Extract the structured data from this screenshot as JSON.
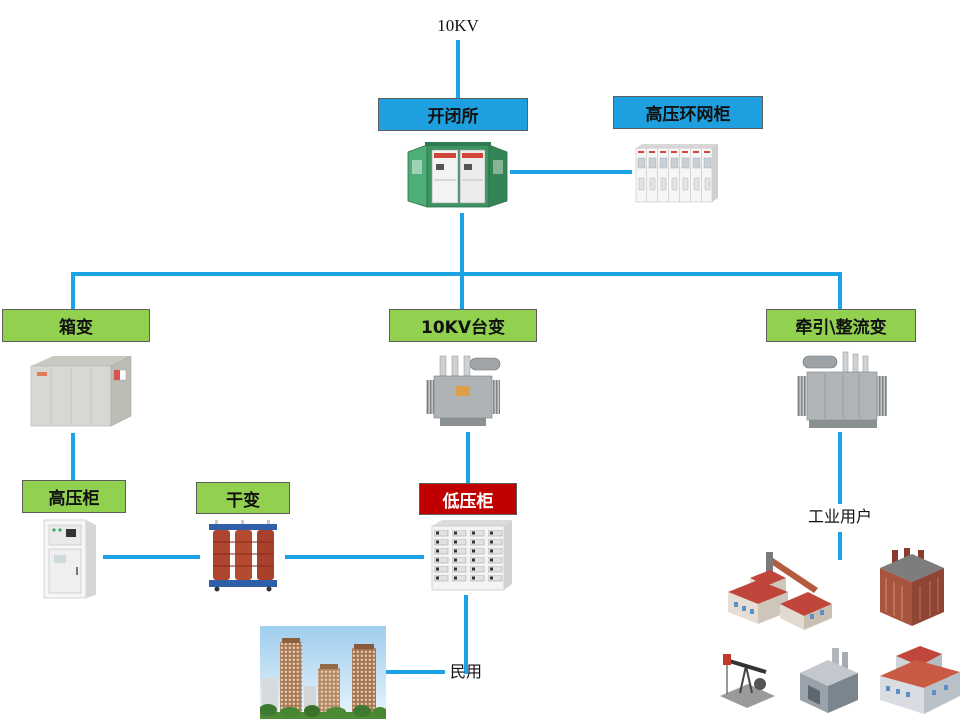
{
  "source": {
    "label": "10KV"
  },
  "colors": {
    "connector": "#1ca3e6",
    "label_blue": "#1ea0e0",
    "label_green": "#92d050",
    "label_red": "#c00000"
  },
  "nodes": {
    "switching_station": {
      "label": "开闭所",
      "icon": "switching-station-cabinet-icon"
    },
    "ring_main_unit": {
      "label": "高压环网柜",
      "icon": "ring-main-unit-icon"
    },
    "box_transformer": {
      "label": "箱变",
      "icon": "box-transformer-icon"
    },
    "pole_transformer": {
      "label": "10KV台变",
      "icon": "oil-transformer-icon"
    },
    "traction_transformer": {
      "label": "牵引\\整流变",
      "icon": "traction-transformer-icon"
    },
    "hv_cabinet": {
      "label": "高压柜",
      "icon": "hv-cabinet-icon"
    },
    "dry_transformer": {
      "label": "干变",
      "icon": "dry-transformer-icon"
    },
    "lv_cabinet": {
      "label": "低压柜",
      "icon": "lv-cabinet-icon"
    }
  },
  "endpoints": {
    "industrial": {
      "label": "工业用户",
      "icon": "factories-icon"
    },
    "residential": {
      "label": "民用",
      "icon": "residential-buildings-icon"
    }
  }
}
